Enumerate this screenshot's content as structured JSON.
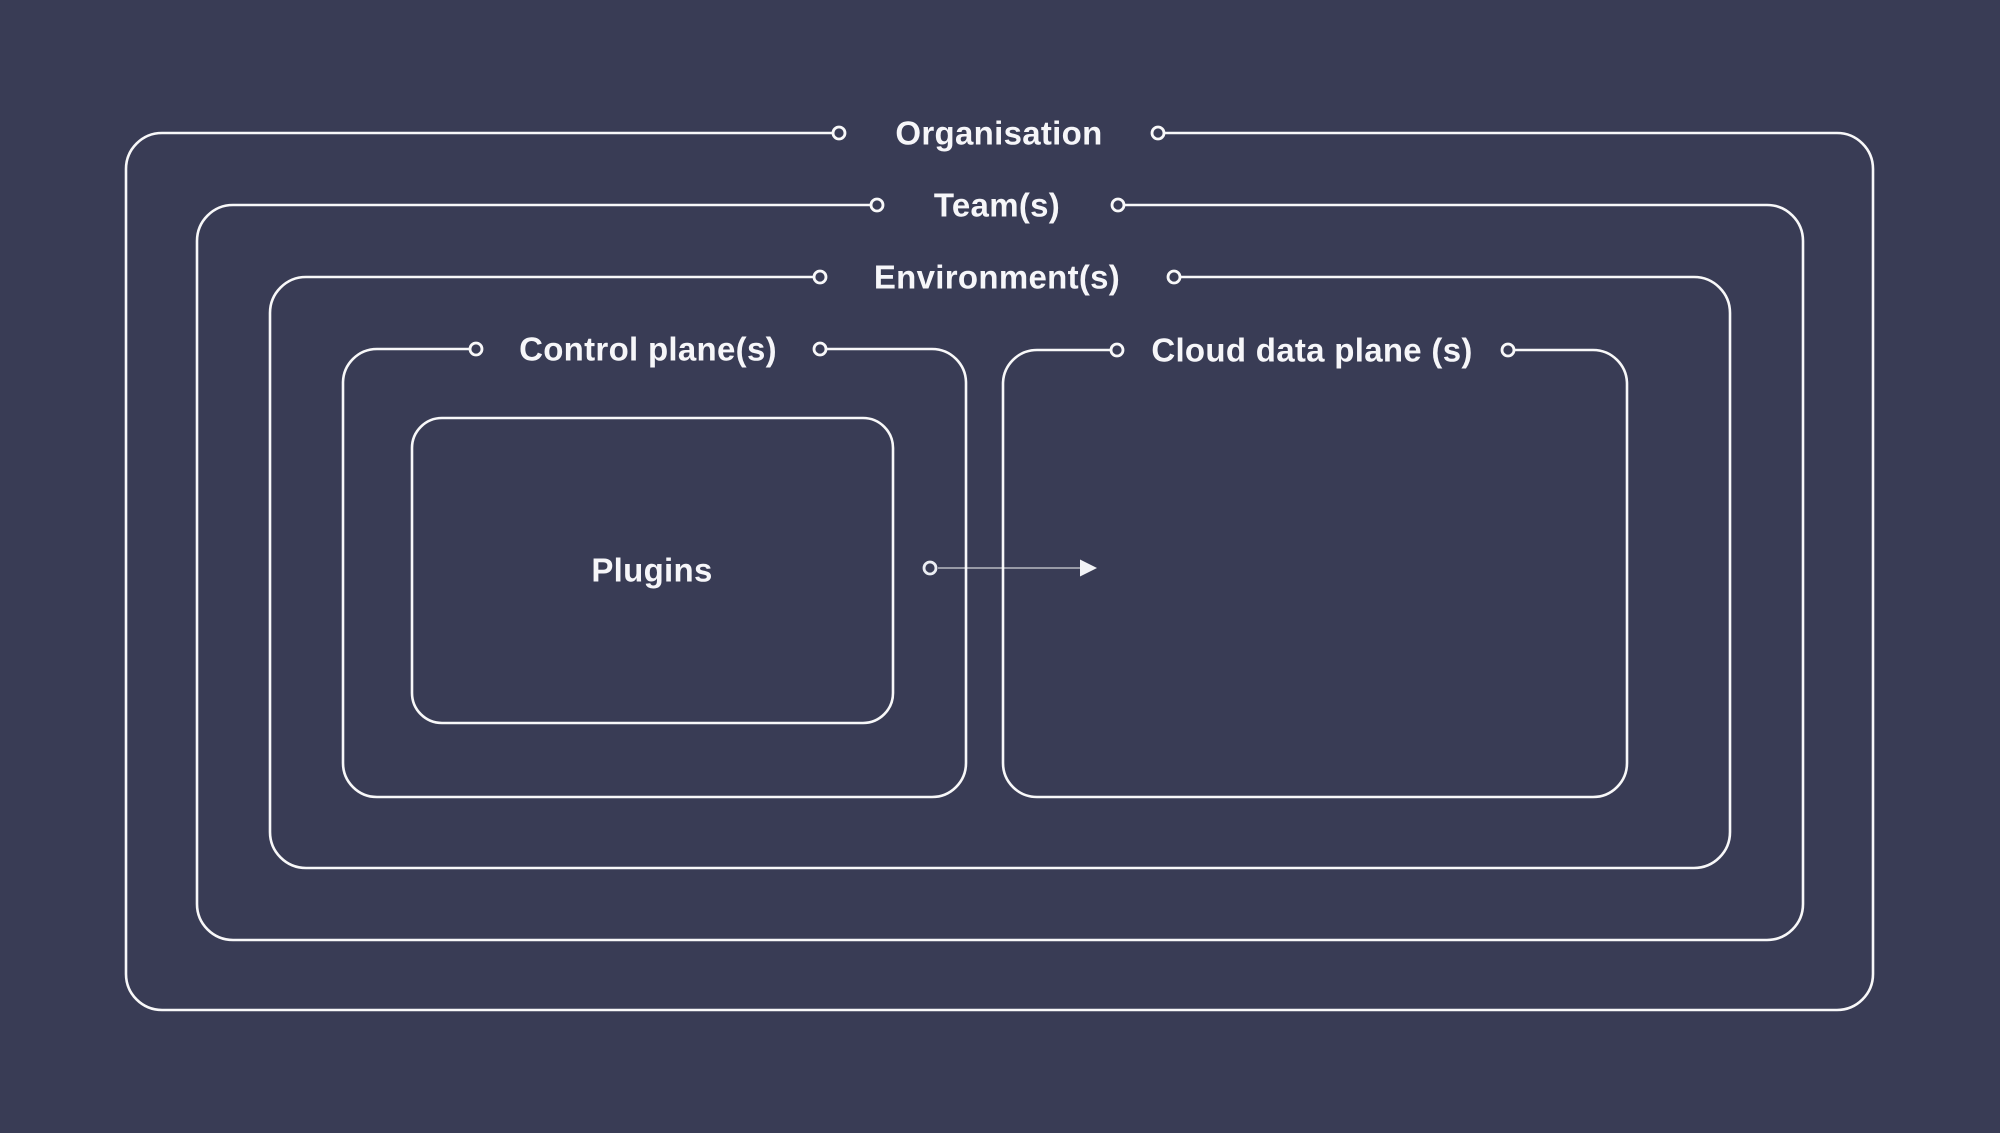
{
  "colors": {
    "background": "#393c55",
    "line": "#f8f8f9",
    "text": "#f6f6f9",
    "arrow_line": "#9ea1b3",
    "arrow_head": "#f2f3f6"
  },
  "icons": {
    "line_endpoint": "small-hollow-circle",
    "arrow_start": "small-hollow-circle",
    "arrow_terminal": "filled-right-triangle"
  },
  "rings": [
    {
      "label": "Organisation"
    },
    {
      "label": "Team(s)"
    },
    {
      "label": "Environment(s)"
    },
    {
      "label": "Control plane(s)"
    },
    {
      "label": "Cloud data plane (s)"
    }
  ],
  "plugins": {
    "label": "Plugins"
  }
}
